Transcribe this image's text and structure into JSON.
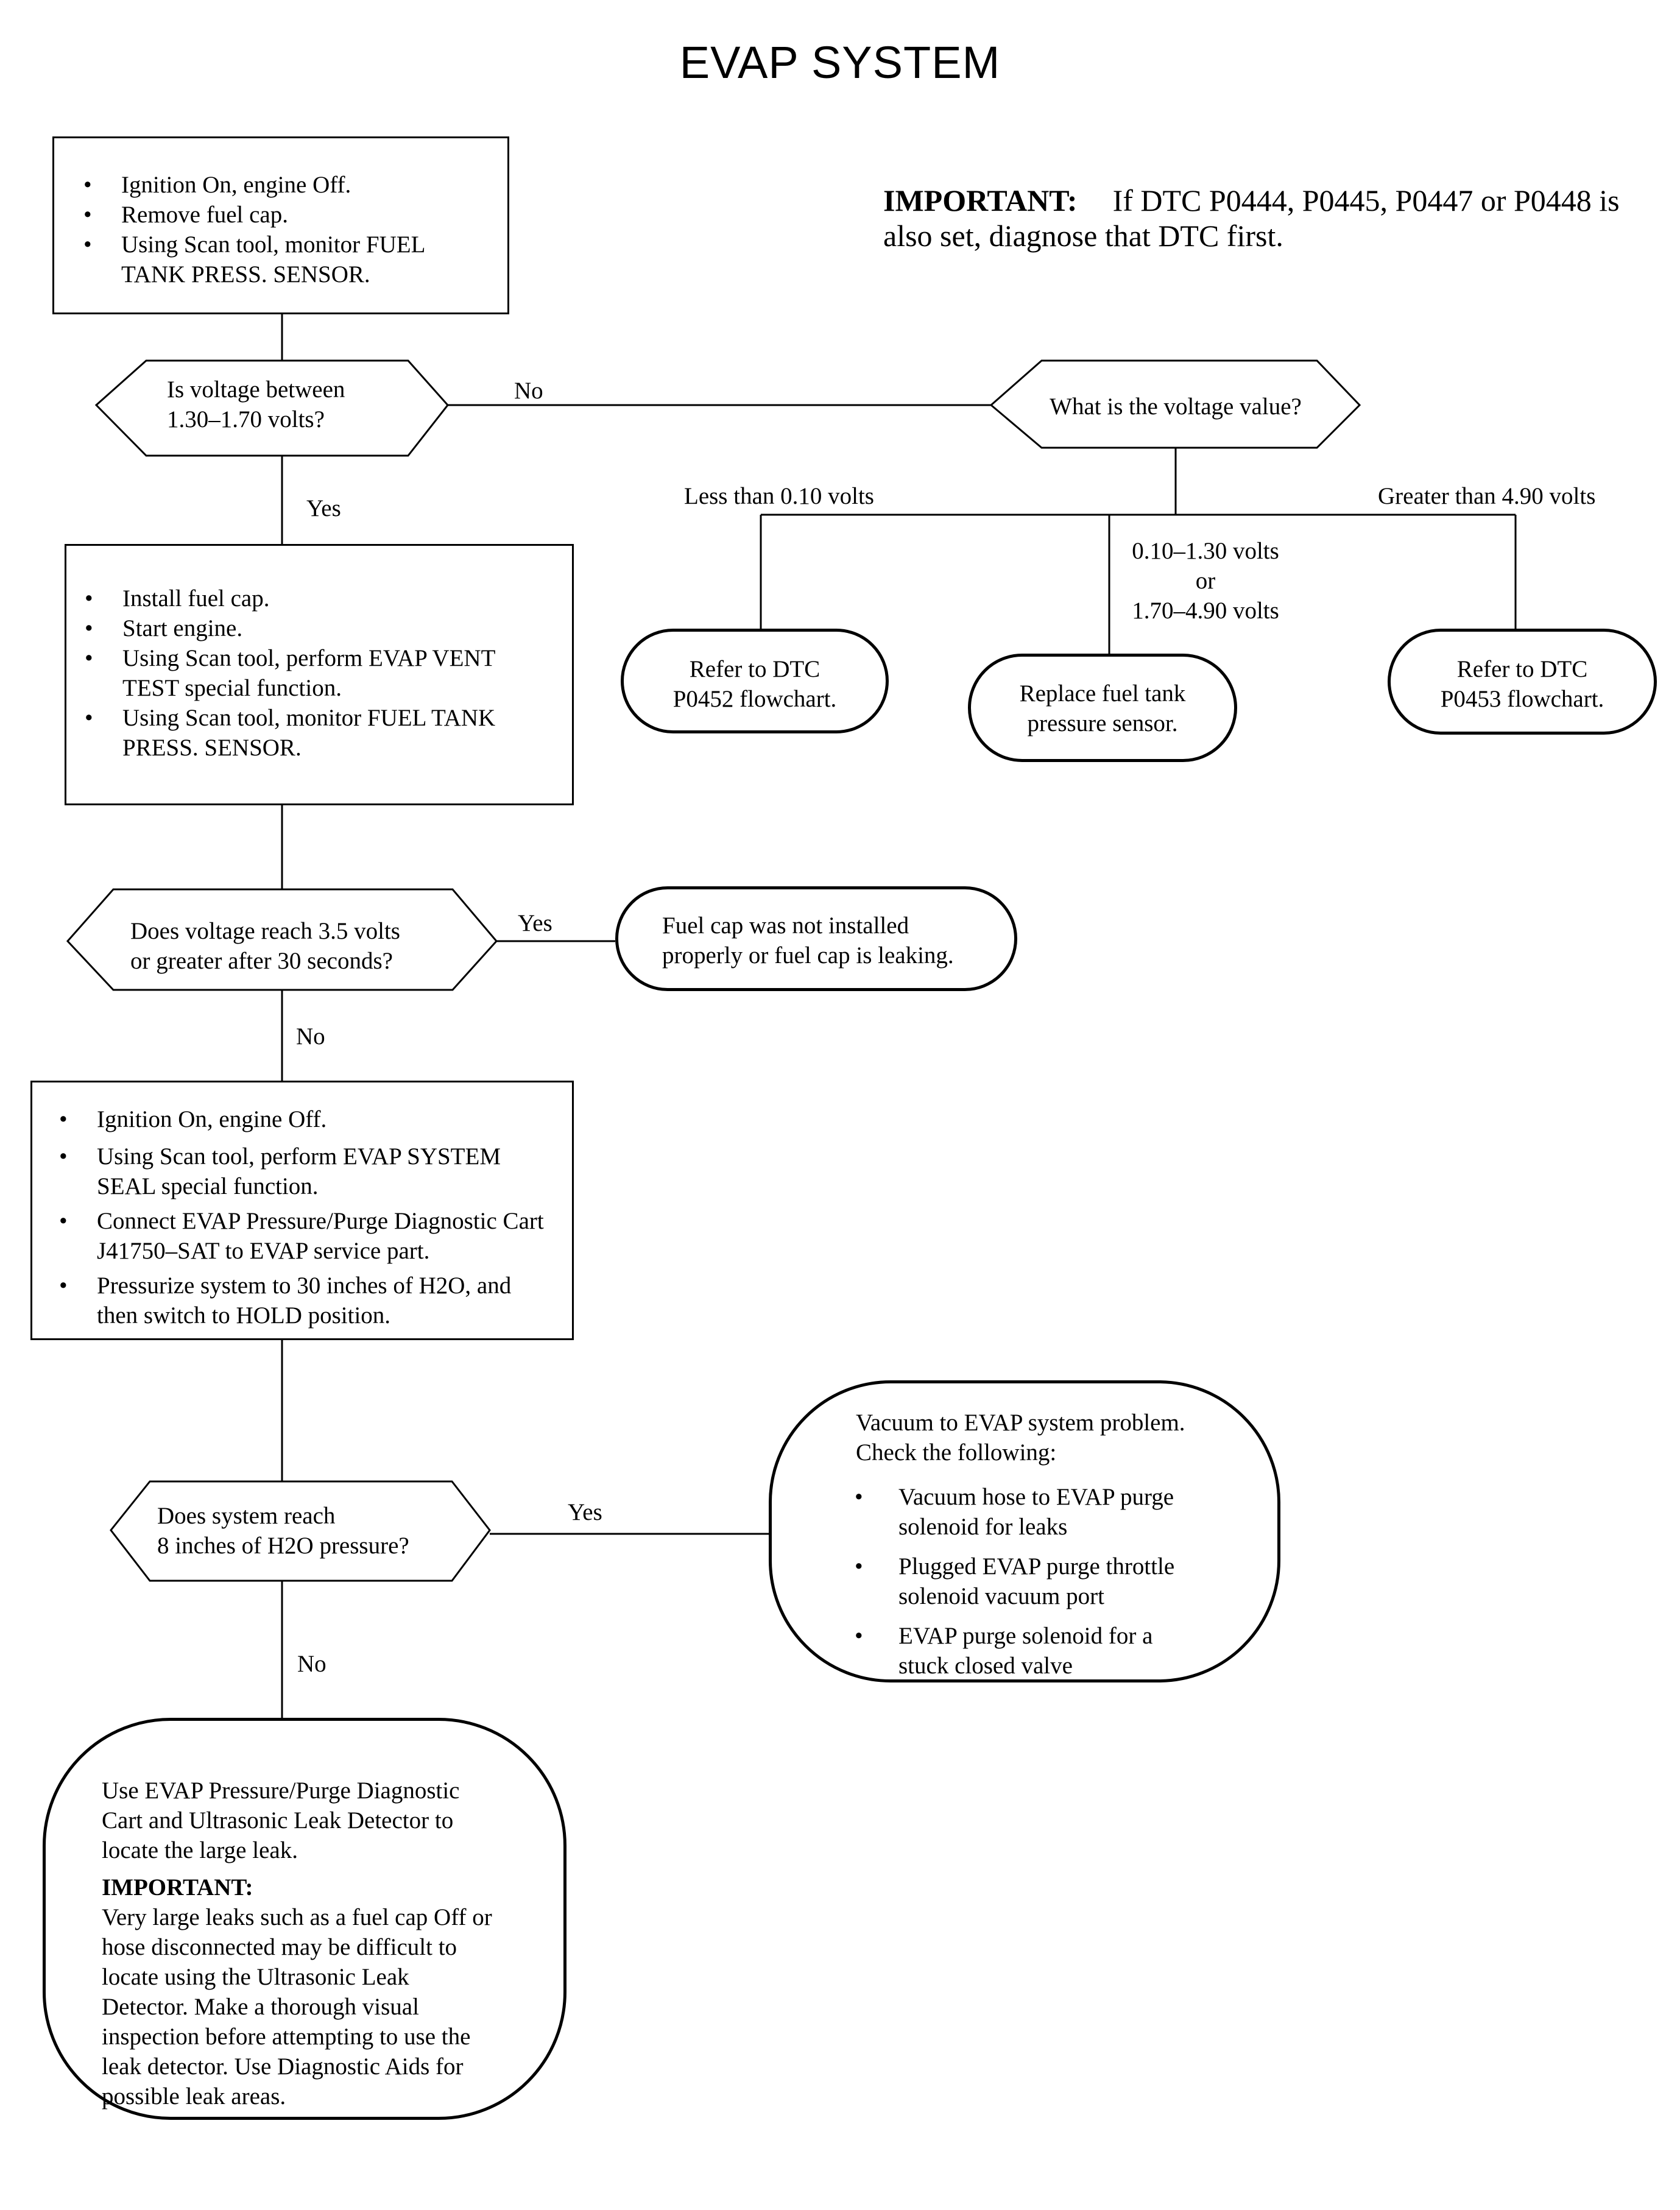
{
  "title": "EVAP SYSTEM",
  "important_note": {
    "label": "IMPORTANT:",
    "text": "If DTC P0444, P0445, P0447 or P0448 is also set, diagnose that DTC first."
  },
  "steps": {
    "step1": [
      "Ignition On, engine Off.",
      "Remove fuel cap.",
      "Using Scan tool, monitor FUEL TANK PRESS. SENSOR."
    ],
    "step2": [
      "Install fuel cap.",
      "Start engine.",
      "Using Scan tool, perform EVAP VENT TEST special function.",
      "Using Scan tool, monitor FUEL TANK PRESS. SENSOR."
    ],
    "step3": [
      "Ignition On, engine Off.",
      "Using Scan tool, perform EVAP SYSTEM SEAL special function.",
      "Connect EVAP Pressure/Purge Diagnostic Cart J41750–SAT to EVAP service part.",
      "Pressurize system to 30 inches of H2O, and then switch to HOLD position."
    ]
  },
  "decisions": {
    "d1": [
      "Is voltage between",
      "1.30–1.70 volts?"
    ],
    "d_value": "What is the voltage value?",
    "d2": [
      "Does voltage reach 3.5 volts",
      "or greater after 30 seconds?"
    ],
    "d3": [
      "Does system reach",
      "8 inches of H2O pressure?"
    ]
  },
  "branch_labels": {
    "d1_no": "No",
    "d1_yes": "Yes",
    "low": "Less than 0.10 volts",
    "high": "Greater than 4.90 volts",
    "mid": [
      "0.10–1.30 volts",
      "or",
      "1.70–4.90 volts"
    ],
    "d2_yes": "Yes",
    "d2_no": "No",
    "d3_yes": "Yes",
    "d3_no": "No"
  },
  "results": {
    "p0452": [
      "Refer to DTC",
      "P0452 flowchart."
    ],
    "replace": [
      "Replace fuel tank",
      "pressure sensor."
    ],
    "p0453": [
      "Refer to DTC",
      "P0453 flowchart."
    ],
    "fuel_cap": [
      "Fuel cap was not installed",
      "properly or fuel cap is leaking."
    ],
    "vacuum": {
      "intro": "Vacuum to EVAP system problem. Check the following:",
      "items": [
        "Vacuum hose to EVAP purge solenoid for leaks",
        "Plugged EVAP purge throttle solenoid vacuum port",
        "EVAP purge solenoid for a stuck closed valve"
      ]
    },
    "large_leak": {
      "text": "Use EVAP Pressure/Purge Diagnostic Cart and Ultrasonic Leak Detector to locate the large leak.",
      "important_label": "IMPORTANT:",
      "important_text": "Very large leaks such as a fuel cap Off or hose disconnected may be difficult to locate using the Ultrasonic Leak Detector. Make a thorough visual inspection before attempting to use the leak detector. Use Diagnostic Aids for possible leak areas."
    }
  }
}
